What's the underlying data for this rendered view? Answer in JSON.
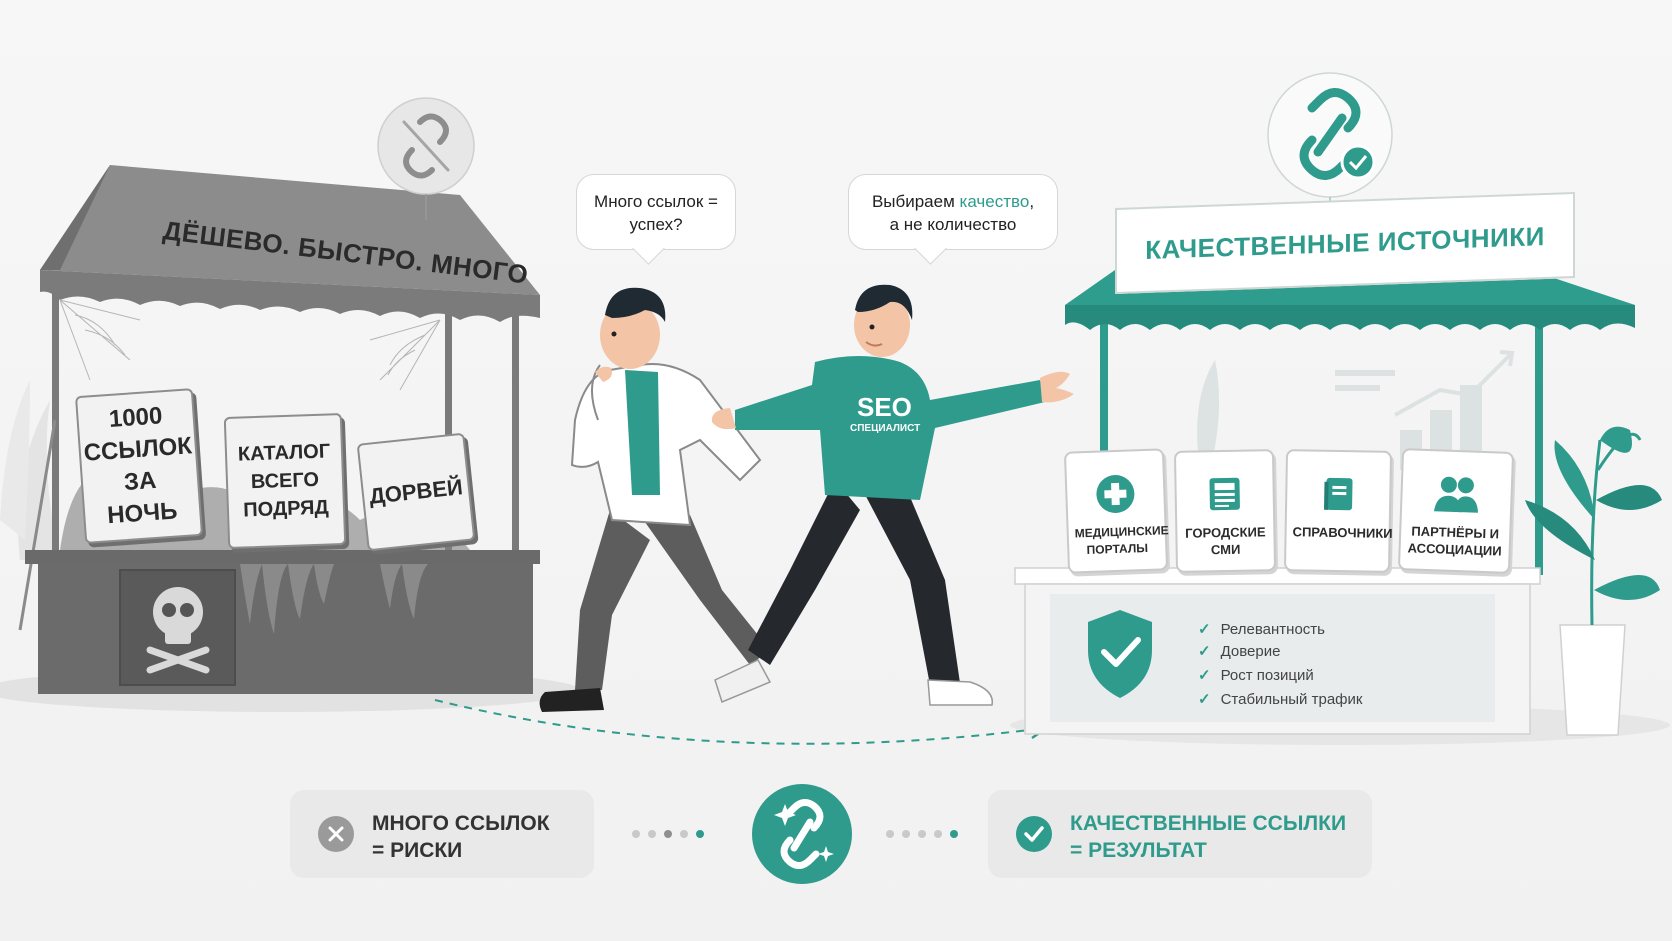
{
  "left_stall": {
    "title": "ДЁШЕВО. БЫСТРО. МНОГО",
    "signs": [
      {
        "line1": "1000",
        "line2": "ССЫЛОК",
        "line3": "ЗА НОЧЬ"
      },
      {
        "line1": "КАТАЛОГ",
        "line2": "ВСЕГО",
        "line3": "ПОДРЯД"
      },
      {
        "line1": "ДОРВЕЙ"
      }
    ]
  },
  "bubbles": {
    "left": {
      "line1": "Много ссылок =",
      "line2": "успех?"
    },
    "right": {
      "prefix": "Выбираем ",
      "accent": "качество",
      "suffix": ",",
      "line2": "а не количество"
    }
  },
  "seo_shirt": {
    "big": "SEO",
    "small": "СПЕЦИАЛИСТ"
  },
  "right_stall": {
    "title": "КАЧЕСТВЕННЫЕ ИСТОЧНИКИ",
    "cards": [
      {
        "label": "МЕДИЦИНСКИЕ ПОРТАЛЫ",
        "icon": "medical-cross-icon"
      },
      {
        "label": "ГОРОДСКИЕ СМИ",
        "icon": "newspaper-icon"
      },
      {
        "label": "СПРАВОЧНИКИ",
        "icon": "book-icon"
      },
      {
        "label": "ПАРТНЁРЫ И АССОЦИАЦИИ",
        "icon": "people-icon"
      }
    ],
    "benefits": [
      "Релевантность",
      "Доверие",
      "Рост позиций",
      "Стабильный трафик"
    ]
  },
  "bottom": {
    "left_pill": {
      "line1": "МНОГО ССЫЛОК",
      "line2": "= РИСКИ"
    },
    "right_pill": {
      "line1": "КАЧЕСТВЕННЫЕ ССЫЛКИ",
      "line2": "= РЕЗУЛЬТАТ"
    }
  },
  "colors": {
    "teal": "#2e9b8c",
    "teal_dark": "#237f73",
    "gray_dark": "#5f5f5f",
    "gray": "#9a9a9a",
    "light": "#e9e9e9"
  }
}
